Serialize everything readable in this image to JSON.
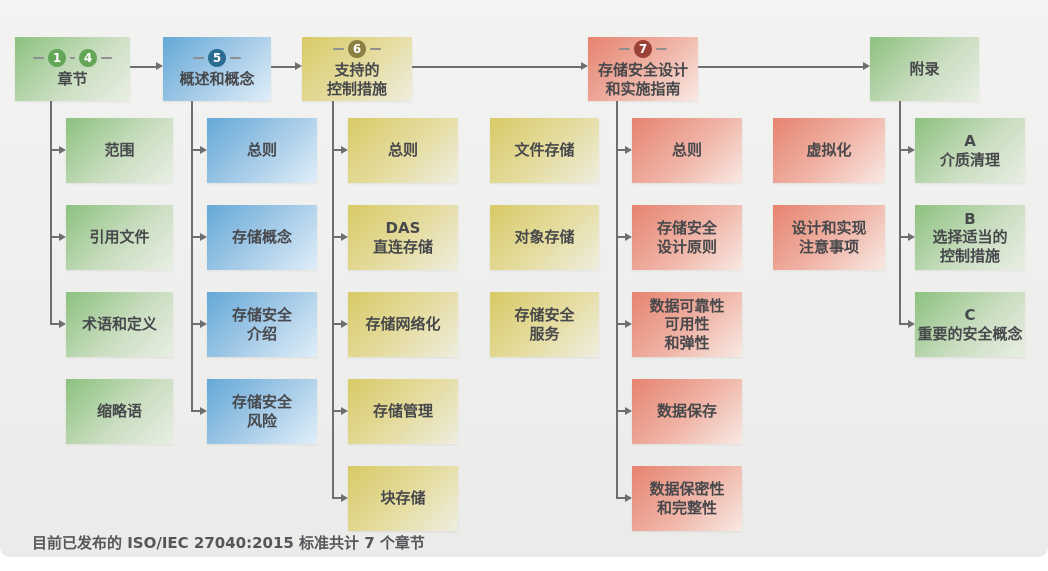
{
  "caption": "目前已发布的 ISO/IEC 27040:2015 标准共计 7 个章节",
  "colors": {
    "green_box": "#8cc17e",
    "blue_box": "#64a8d6",
    "yellow_box": "#d8ca66",
    "red_box": "#e6836f",
    "green_circle": "#63a657",
    "blue_circle": "#2b6d92",
    "olive_circle": "#8c7f42",
    "maroon_circle": "#9c4137",
    "line": "#6e6e6e",
    "panel_bg": "#f0f0ee"
  },
  "columns": [
    {
      "theme": "green",
      "numbers": [
        "1",
        "4"
      ],
      "title": "章节",
      "children": [
        "范围",
        "引用文件",
        "术语和定义",
        "缩略语"
      ]
    },
    {
      "theme": "blue",
      "numbers": [
        "5"
      ],
      "title": "概述和概念",
      "children": [
        "总则",
        "存储概念",
        "存储安全\n介绍",
        "存储安全\n风险"
      ]
    },
    {
      "theme": "yellow",
      "numbers": [
        "6"
      ],
      "title": "支持的\n控制措施",
      "children": [
        "总则",
        "DAS\n直连存储",
        "存储网络化",
        "存储管理",
        "块存储"
      ],
      "extra": [
        "文件存储",
        "对象存储",
        "存储安全\n服务"
      ]
    },
    {
      "theme": "red",
      "numbers": [
        "7"
      ],
      "title": "存储安全设计\n和实施指南",
      "children": [
        "总则",
        "存储安全\n设计原则",
        "数据可靠性\n可用性\n和弹性",
        "数据保存",
        "数据保密性\n和完整性"
      ],
      "extra": [
        "虚拟化",
        "设计和实现\n注意事项"
      ]
    },
    {
      "theme": "green",
      "numbers": [],
      "title": "附录",
      "children": [
        "A\n介质清理",
        "B\n选择适当的\n控制措施",
        "C\n重要的安全概念"
      ]
    }
  ]
}
